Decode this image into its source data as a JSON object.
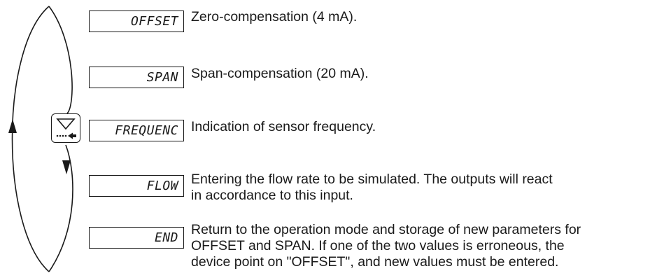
{
  "colors": {
    "ink": "#1a1a1a",
    "background": "#ffffff"
  },
  "key_button": {
    "icon": "arrow-down-enter-key-icon"
  },
  "steps": [
    {
      "display": "OFFSET",
      "description": [
        "Zero-compensation (4 mA)."
      ]
    },
    {
      "display": "SPAN",
      "description": [
        "Span-compensation (20 mA)."
      ]
    },
    {
      "display": "FREQUENC",
      "description": [
        "Indication of sensor frequency."
      ]
    },
    {
      "display": "FLOW",
      "description": [
        "Entering the flow rate to be simulated. The outputs will react",
        "in accordance to this input."
      ]
    },
    {
      "display": "END",
      "description": [
        "Return to the operation mode and storage of new parameters for",
        "OFFSET and SPAN. If one of the two values is erroneous, the",
        "device point on \"OFFSET\", and new values must be entered."
      ]
    }
  ]
}
